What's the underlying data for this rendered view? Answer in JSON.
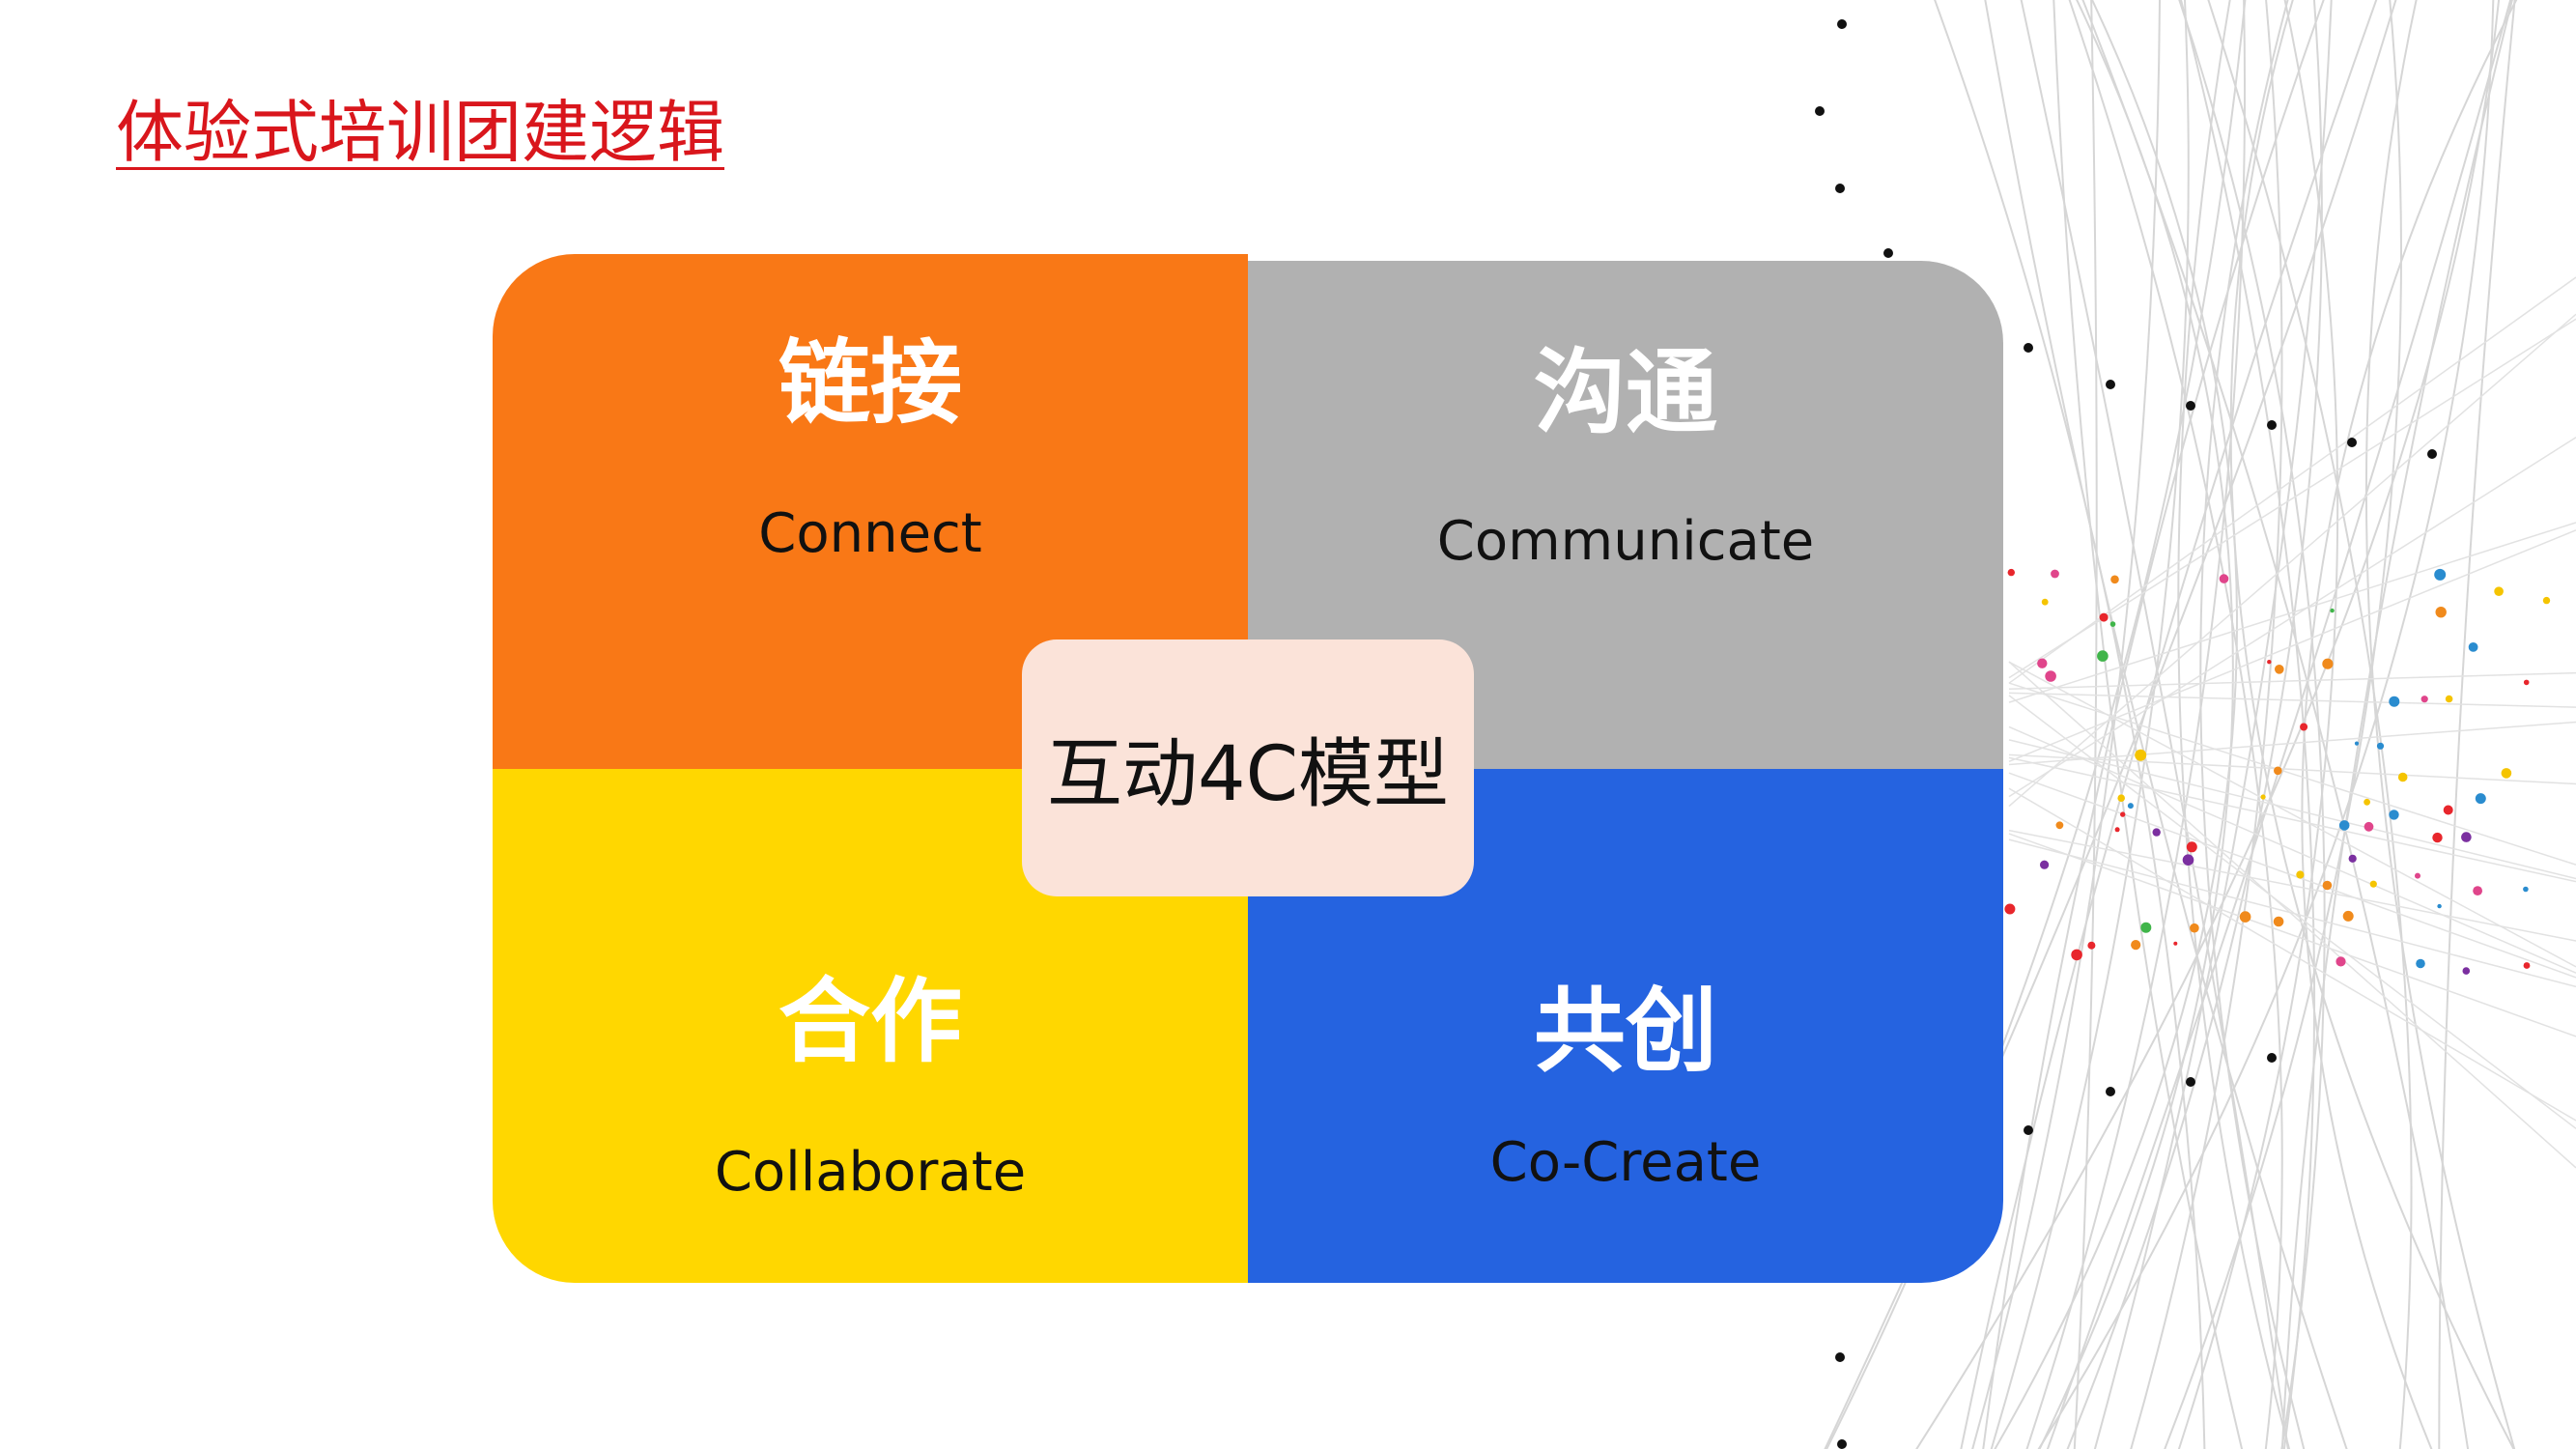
{
  "title": "体验式培训团建逻辑",
  "colors": {
    "title": "#d9161c",
    "connect": "#f97816",
    "communicate": "#b1b1b1",
    "collaborate": "#ffd700",
    "cocreate": "#2563e0",
    "center": "#fbe3d9"
  },
  "model": {
    "center_label": "互动4C模型",
    "quadrants": [
      {
        "cn": "链接",
        "en": "Connect"
      },
      {
        "cn": "沟通",
        "en": "Communicate"
      },
      {
        "cn": "合作",
        "en": "Collaborate"
      },
      {
        "cn": "共创",
        "en": "Co-Create"
      }
    ]
  }
}
